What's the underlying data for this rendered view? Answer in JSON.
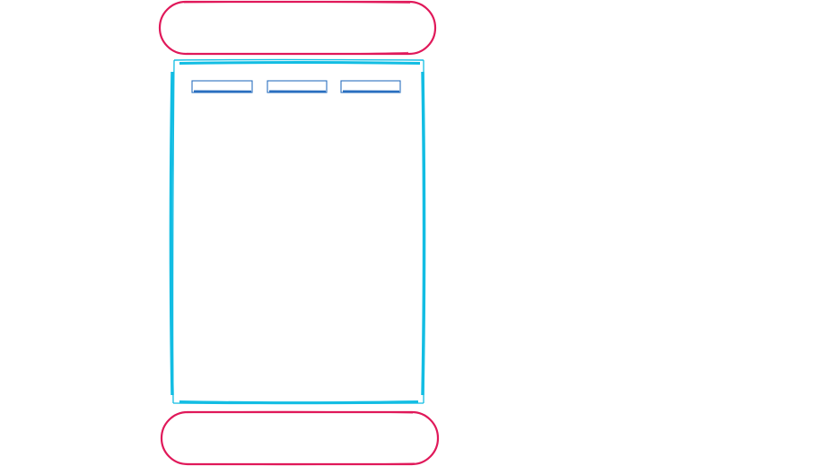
{
  "colors": {
    "background": "#ffffff",
    "header_stroke": "#e0195a",
    "footer_stroke": "#e0195a",
    "content_stroke": "#12bde3",
    "tab_stroke": "#2a6fc0"
  },
  "diagram": {
    "style": "hand-drawn wireframe",
    "header": {
      "shape": "rounded-pill"
    },
    "content_panel": {
      "shape": "rectangle",
      "tabs_count": 3
    },
    "footer": {
      "shape": "rounded-pill"
    }
  }
}
